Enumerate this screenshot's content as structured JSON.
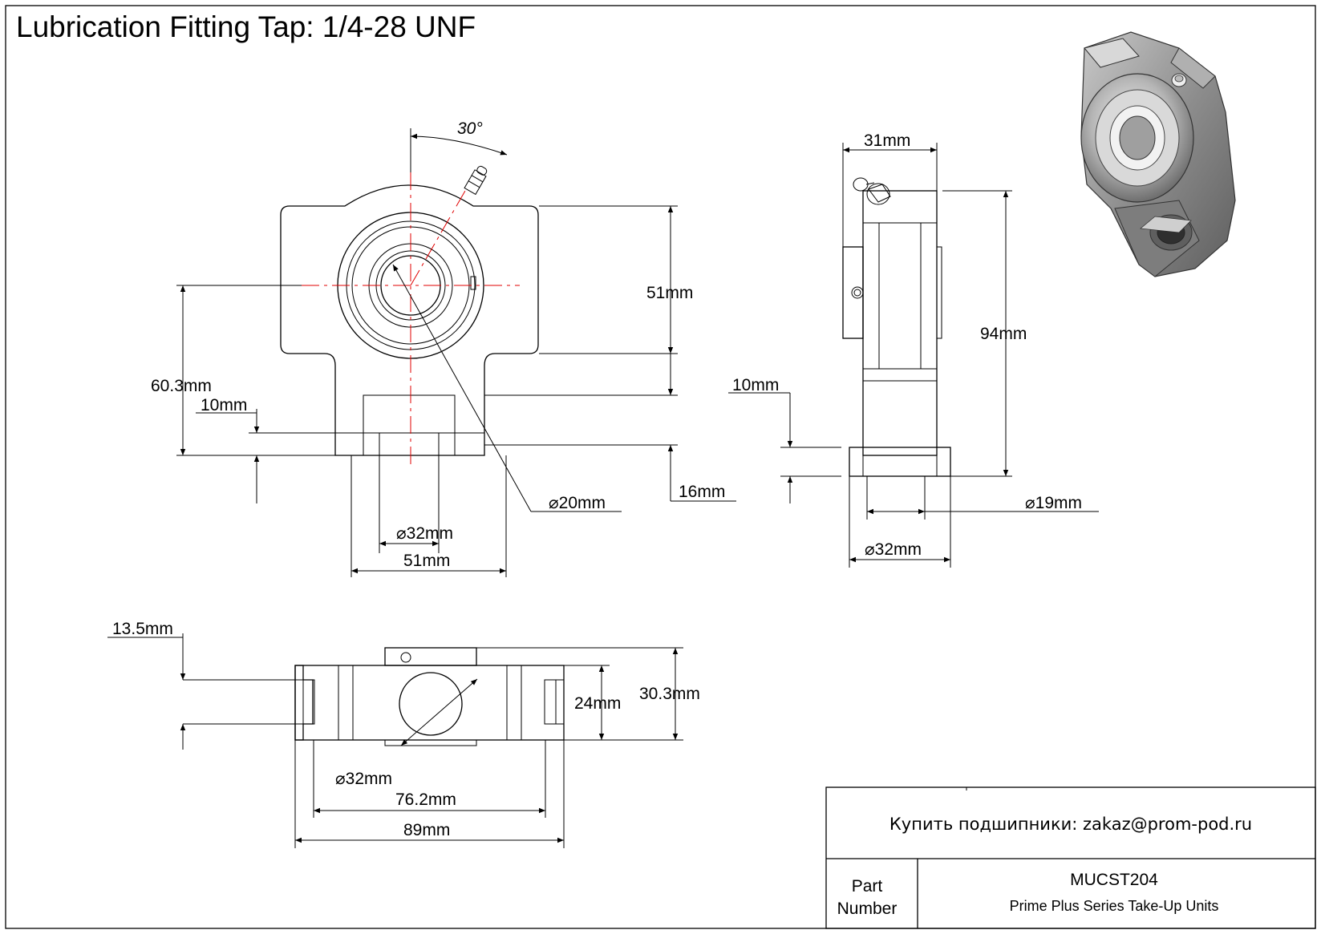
{
  "title": "Lubrication Fitting Tap: 1/4-28 UNF",
  "front_view": {
    "angle": "30°",
    "height_51": "51mm",
    "height_60_3": "60.3mm",
    "base_10": "10mm",
    "base_16": "16mm",
    "bore_20": "20mm",
    "slot_32": "32mm",
    "width_51": "51mm"
  },
  "side_view": {
    "width_31": "31mm",
    "height_94": "94mm",
    "base_10": "10mm",
    "dia_19": "19mm",
    "dia_32": "32mm"
  },
  "top_view": {
    "offset_13_5": "13.5mm",
    "height_24": "24mm",
    "height_30_3": "30.3mm",
    "dia_32": "32mm",
    "span_76_2": "76.2mm",
    "length_89": "89mm"
  },
  "title_block": {
    "contact": "Купить подшипники: zakaz@prom-pod.ru",
    "part_label_line1": "Part",
    "part_label_line2": "Number",
    "part_number": "MUCST204",
    "description": "Prime Plus Series Take-Up Units"
  },
  "colors": {
    "line": "#000000",
    "centerline": "#e00000",
    "render_metal": "#9a9a9a"
  }
}
